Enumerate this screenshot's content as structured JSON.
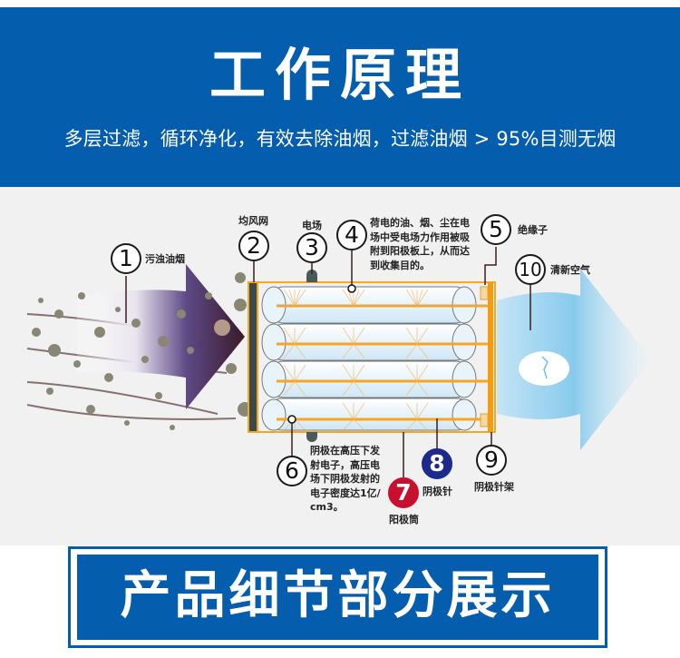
{
  "header": {
    "title": "工作原理",
    "subtitle": "多层过滤，循环净化，有效去除油烟，过滤油烟 > 95%目测无烟"
  },
  "diagram": {
    "callouts": [
      {
        "number": "1",
        "label": "污浊油烟"
      },
      {
        "number": "2",
        "label": "均风网"
      },
      {
        "number": "3",
        "label": "电场"
      },
      {
        "number": "4",
        "label": "荷电的油、烟、尘在电场中受电场力作用被吸附到阳极板上，从而达到收集目的。"
      },
      {
        "number": "5",
        "label": "绝缘子"
      },
      {
        "number": "6",
        "label": "阴极在高压下发射电子，高压电场下阴极发射的电子密度达1亿/cm3。"
      },
      {
        "number": "7",
        "label": "阳极筒"
      },
      {
        "number": "8",
        "label": "阴极针"
      },
      {
        "number": "9",
        "label": "阴极针架"
      },
      {
        "number": "10",
        "label": "清新空气"
      }
    ],
    "colors": {
      "frame": "#f5a623",
      "dirty_arrow": "#4a2a5a",
      "clean_arrow": "#6cc0ea",
      "marker_red": "#c8102e",
      "marker_navy": "#1c2a8c"
    }
  },
  "banner": {
    "title": "产品细节部分展示"
  },
  "theme": {
    "brand_blue": "#055dae",
    "diagram_bg": "#f1f1f1"
  }
}
